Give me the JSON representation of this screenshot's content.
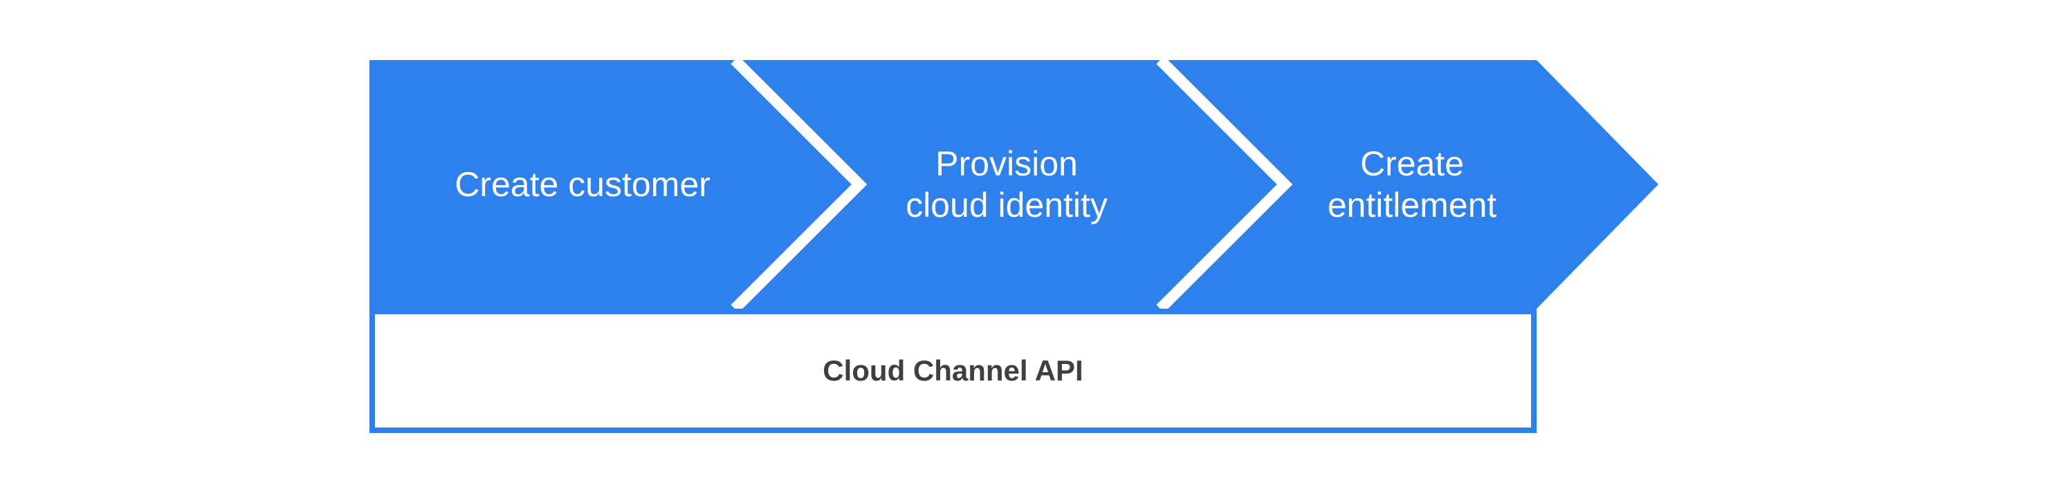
{
  "flow": {
    "steps": [
      {
        "label": "Create customer"
      },
      {
        "label": "Provision\ncloud identity"
      },
      {
        "label": "Create\nentitlement"
      }
    ],
    "api_bar": {
      "label": "Cloud Channel API"
    }
  },
  "colors": {
    "arrow_fill": "#2E80EC",
    "separator": "#FFFFFF",
    "step_text": "#FFFFFF",
    "api_box_border": "#2E80EC",
    "api_box_fill": "#FFFFFF",
    "api_text": "#3C4043",
    "background": "#FFFFFF"
  }
}
